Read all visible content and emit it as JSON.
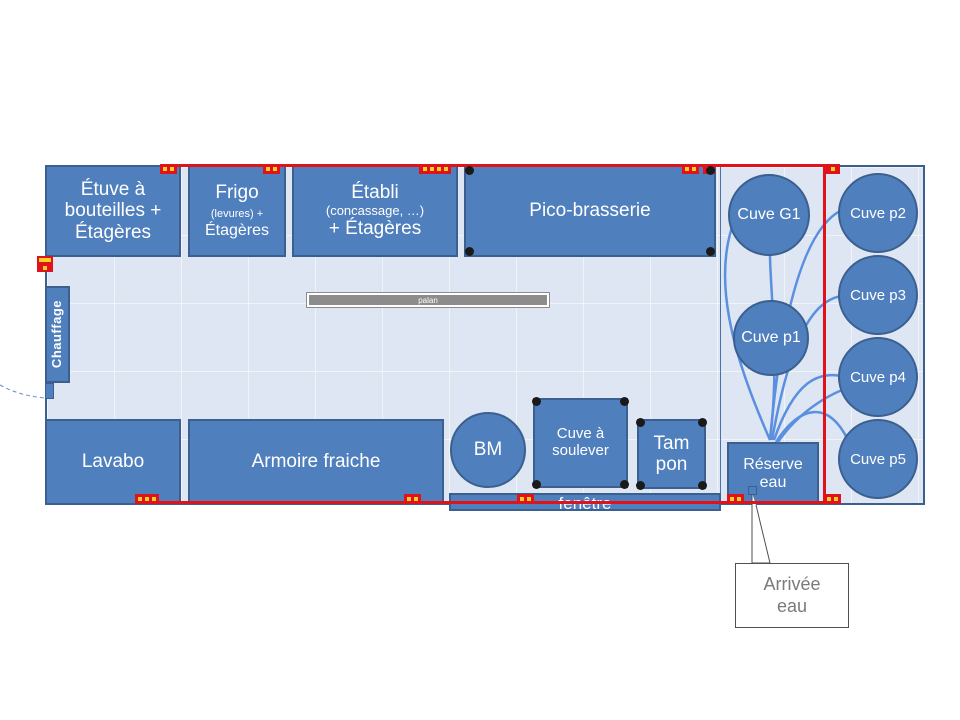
{
  "furniture": {
    "etuve": [
      "Étuve à",
      "bouteilles +",
      "Étagères"
    ],
    "frigo": {
      "line1": "Frigo",
      "line2": "(levures) +",
      "line3": "Étagères"
    },
    "etabli": {
      "line1": "Établi",
      "line2": "(concassage, …)",
      "line3": "+ Étagères"
    },
    "pico": "Pico-brasserie",
    "chauffage": "Chauffage",
    "palan": "palan",
    "lavabo": "Lavabo",
    "armoire": "Armoire fraiche",
    "bm": "BM",
    "cuve_soulever": [
      "Cuve à",
      "soulever"
    ],
    "tampon": [
      "Tam",
      "pon"
    ],
    "reserve": [
      "Réserve",
      "eau"
    ],
    "fenetre": "fenêtre"
  },
  "tanks": {
    "g1": "Cuve G1",
    "p1": "Cuve p1",
    "p2": "Cuve p2",
    "p3": "Cuve p3",
    "p4": "Cuve p4",
    "p5": "Cuve p5"
  },
  "callout": [
    "Arrivée",
    "eau"
  ],
  "colors": {
    "furniture_fill": "#4f7fbd",
    "room_fill": "#dde6f2",
    "electric_outline": "#e0121b",
    "pipe": "#5b8fe0"
  }
}
